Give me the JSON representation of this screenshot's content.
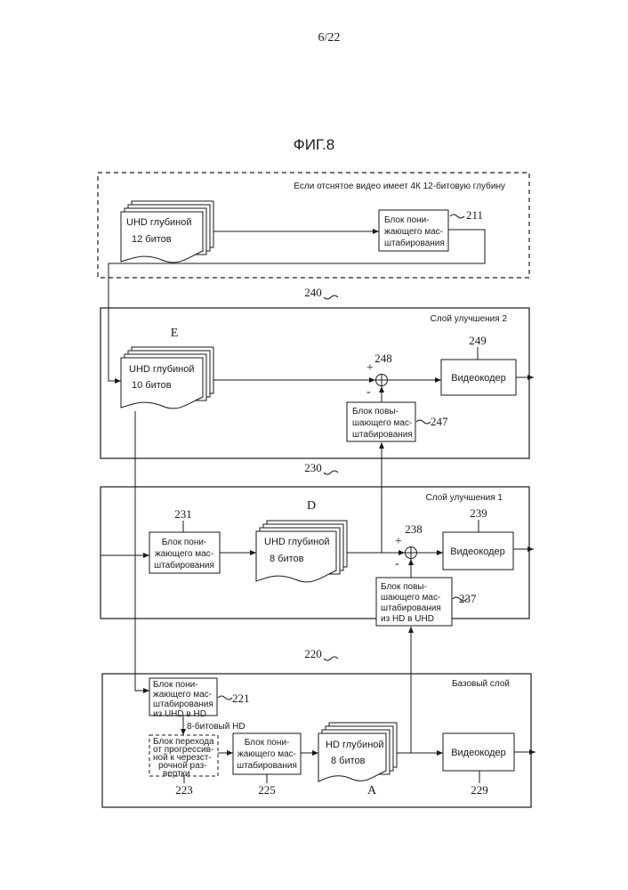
{
  "page_number": "6/22",
  "figure_title": "ФИГ.8",
  "region_top": {
    "caption": "Если отснятое видео имеет 4К 12-битовую глубину",
    "stack_line1": "UHD глубиной",
    "stack_line2": "12 битов",
    "down_block": [
      "Блок пони-",
      "жающего мас-",
      "штабирования"
    ],
    "down_ref": "211"
  },
  "layer2": {
    "ref": "240",
    "caption": "Слой улучшения 2",
    "stack_letter": "E",
    "stack_line1": "UHD глубиной",
    "stack_line2": "10 битов",
    "adder_ref": "248",
    "plus": "+",
    "minus": "-",
    "up_block": [
      "Блок повы-",
      "шающего мас-",
      "штабирования"
    ],
    "up_ref": "247",
    "encoder": "Видеокодер",
    "encoder_ref": "249"
  },
  "layer1": {
    "ref": "230",
    "caption": "Слой улучшения 1",
    "down_block": [
      "Блок пони-",
      "жающего мас-",
      "штабирования"
    ],
    "down_ref": "231",
    "stack_letter": "D",
    "stack_line1": "UHD глубиной",
    "stack_line2": "8 битов",
    "adder_ref": "238",
    "plus": "+",
    "minus": "-",
    "up_block": [
      "Блок повы-",
      "шающего мас-",
      "штабирования",
      "из HD в UHD"
    ],
    "up_ref": "237",
    "encoder": "Видеокодер",
    "encoder_ref": "239"
  },
  "base": {
    "ref": "220",
    "caption": "Базовый слой",
    "down_block": [
      "Блок пони-",
      "жающего мас-",
      "штабирования",
      "из UHD в HD"
    ],
    "down_ref": "221",
    "hd_label": "8-битовый HD",
    "interlace_block": [
      "Блок перехода",
      "от прогрессив-",
      "ной к черезст-",
      "рочной раз-",
      "вертки"
    ],
    "interlace_ref": "223",
    "down2_block": [
      "Блок пони-",
      "жающего мас-",
      "штабирования"
    ],
    "down2_ref": "225",
    "stack_letter": "A",
    "stack_line1": "HD глубиной",
    "stack_line2": "8 битов",
    "encoder": "Видеокодер",
    "encoder_ref": "229"
  }
}
